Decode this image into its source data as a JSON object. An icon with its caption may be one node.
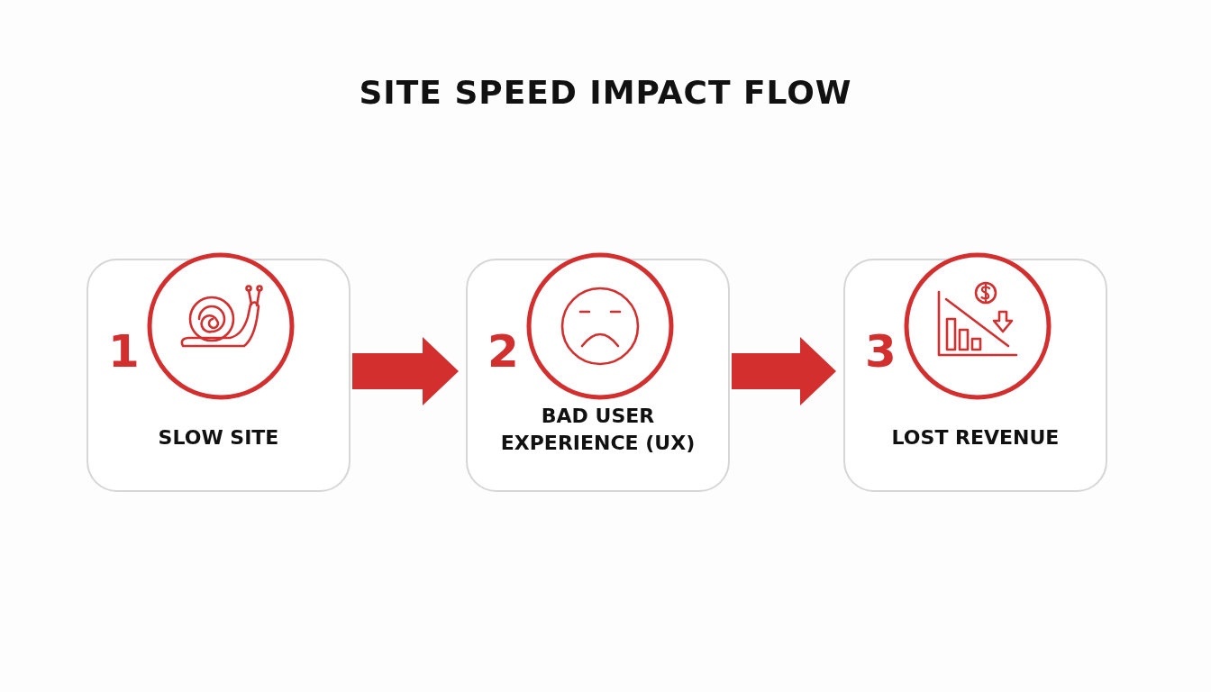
{
  "diagram": {
    "title": "SITE SPEED IMPACT FLOW",
    "nodes": [
      {
        "text": [
          "1",
          "SLOW SITE"
        ]
      },
      {
        "text": [
          "2",
          "BAD USER EXPERIENCE (UX)"
        ]
      },
      {
        "text": [
          "3",
          "LOST REVENUE"
        ]
      }
    ],
    "edges": [
      {
        "from": 0,
        "to": 1,
        "arrow": "to"
      },
      {
        "from": 1,
        "to": 2,
        "arrow": "to"
      }
    ]
  }
}
